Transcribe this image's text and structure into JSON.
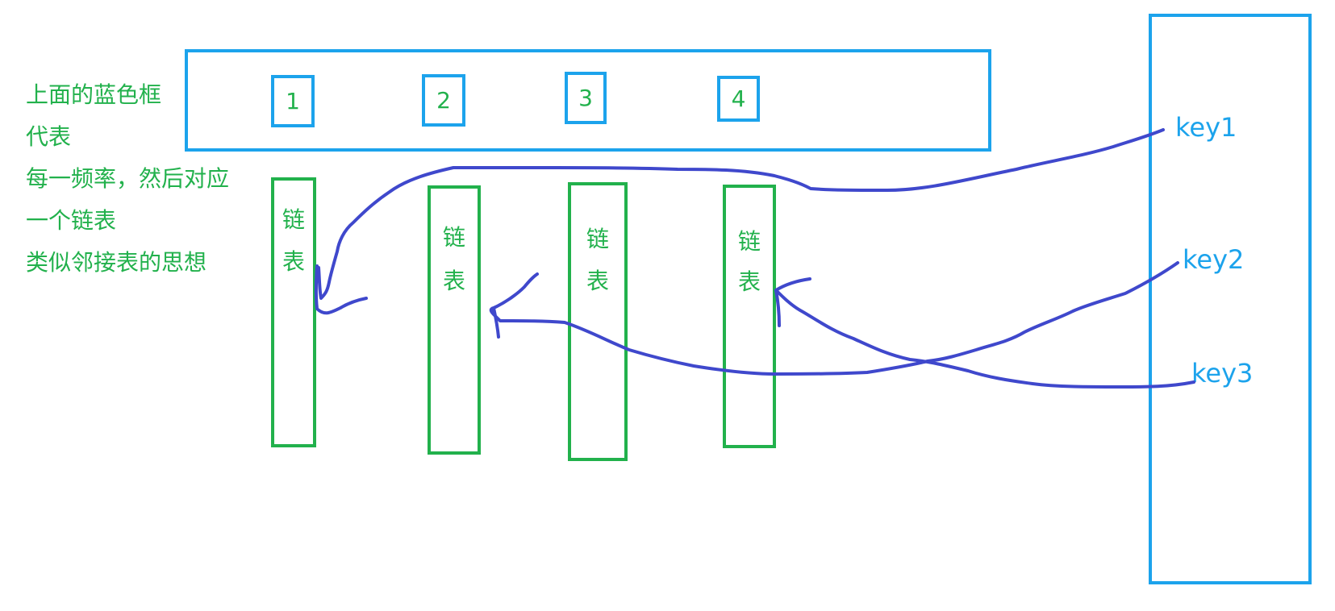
{
  "note": {
    "lines": [
      "上面的蓝色框",
      "代表",
      "每一频率，然后对应",
      "一个链表",
      "类似邻接表的思想"
    ]
  },
  "frequency_frame": {
    "boxes": [
      "1",
      "2",
      "3",
      "4"
    ]
  },
  "linked_lists": {
    "columns": [
      {
        "top": "链",
        "bottom": "表"
      },
      {
        "top": "链",
        "bottom": "表"
      },
      {
        "top": "链",
        "bottom": "表"
      },
      {
        "top": "链",
        "bottom": "表"
      }
    ]
  },
  "keys": {
    "labels": [
      "key1",
      "key2",
      "key3"
    ]
  },
  "colors": {
    "blue_box": "#1ca3ec",
    "green": "#22b14c",
    "ink": "#3f48cc"
  },
  "icons": [
    "hand-drawn-arrow-key1",
    "hand-drawn-arrow-key2",
    "hand-drawn-arrow-key3"
  ]
}
